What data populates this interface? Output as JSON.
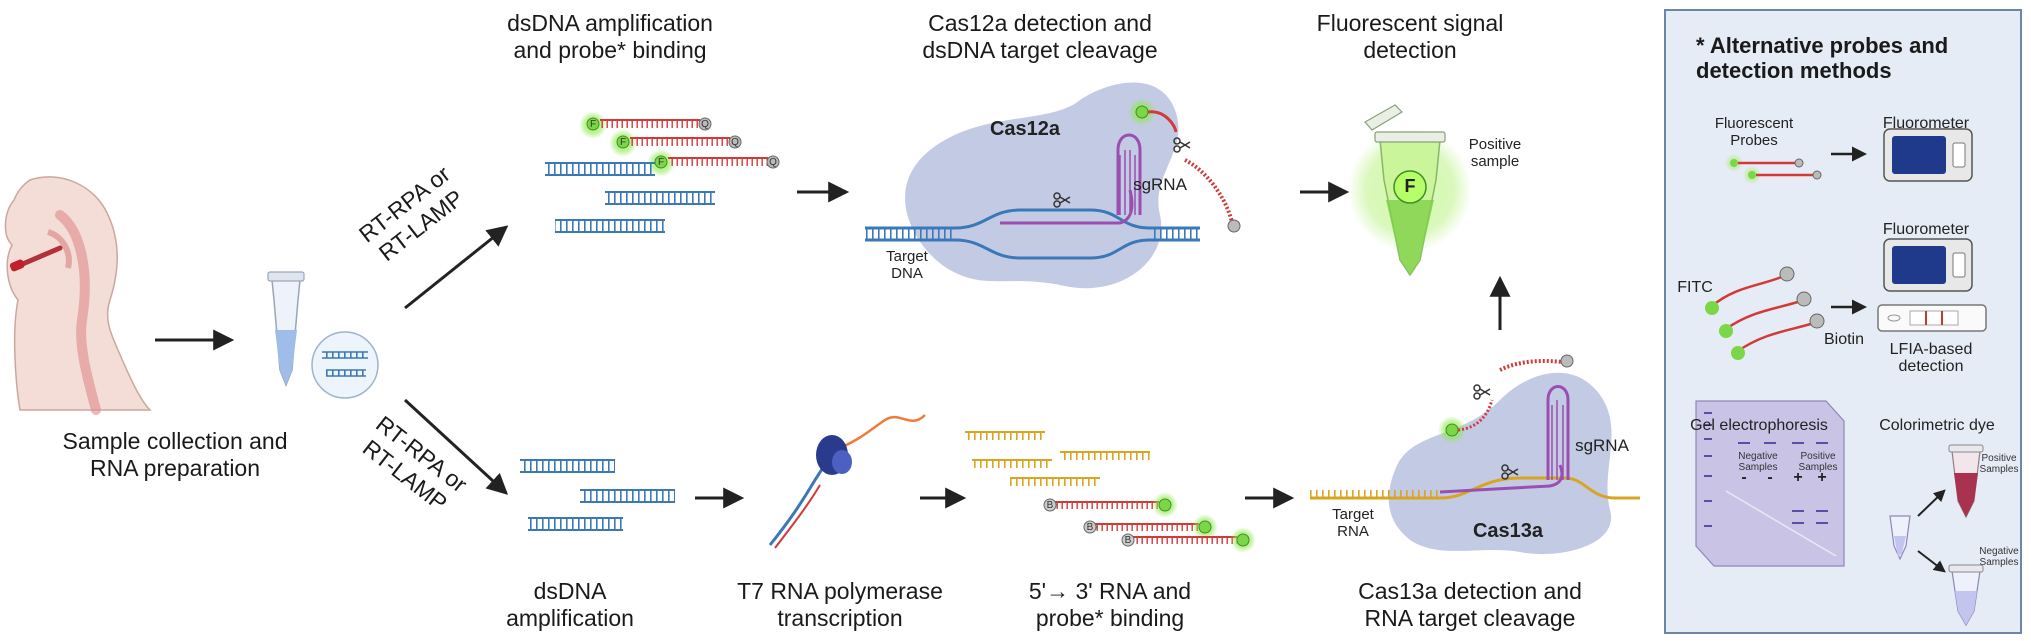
{
  "stages": {
    "top1": [
      "dsDNA amplification",
      "and probe* binding"
    ],
    "top2": [
      "Cas12a detection and",
      "dsDNA target cleavage"
    ],
    "top3": [
      "Fluorescent signal",
      "detection"
    ],
    "sample": [
      "Sample collection and",
      "RNA preparation"
    ],
    "bot1": [
      "dsDNA",
      "amplification"
    ],
    "bot2": [
      "T7 RNA polymerase",
      "transcription"
    ],
    "bot3": [
      "5'→ 3' RNA and",
      "probe* binding"
    ],
    "bot4": [
      "Cas13a detection and",
      "RNA target cleavage"
    ]
  },
  "arrow_labels": {
    "upper": [
      "RT-RPA or",
      "RT-LAMP"
    ],
    "lower": [
      "RT-RPA or",
      "RT-LAMP"
    ]
  },
  "cas12": {
    "enzyme": "Cas12a",
    "guide": "sgRNA",
    "target": [
      "Target",
      "DNA"
    ]
  },
  "cas13": {
    "enzyme": "Cas13a",
    "guide": "sgRNA",
    "target": [
      "Target",
      "RNA"
    ]
  },
  "tube": {
    "positive": [
      "Positive",
      "sample"
    ],
    "letter": "F"
  },
  "probe_letters": {
    "fluor": "F",
    "quencher": "Q",
    "biotin": "B"
  },
  "panel": {
    "title": [
      "* Alternative probes and",
      "detection methods"
    ],
    "fluor_probes": [
      "Fluorescent",
      "Probes"
    ],
    "fluorometer1": "Fluorometer",
    "fluorometer2": "Fluorometer",
    "fitc": "FITC",
    "biotin": "Biotin",
    "lfia": [
      "LFIA-based",
      "detection"
    ],
    "gel": "Gel electrophoresis",
    "gel_neg": [
      "Negative",
      "Samples"
    ],
    "gel_pos": [
      "Positive",
      "Samples"
    ],
    "gel_signs": [
      "-",
      "-",
      "+",
      "+"
    ],
    "colorimetric": "Colorimetric dye",
    "pos_samples": [
      "Positive",
      "Samples"
    ],
    "neg_samples": [
      "Negative",
      "Samples"
    ]
  },
  "colors": {
    "dna": "#3b78b8",
    "rna": "#d9a521",
    "probe": "#d23a3a",
    "guide": "#9a4fb0",
    "enzyme": "#b9c2df",
    "glow": "#7ee34a",
    "panel": "#e6ecf5"
  }
}
